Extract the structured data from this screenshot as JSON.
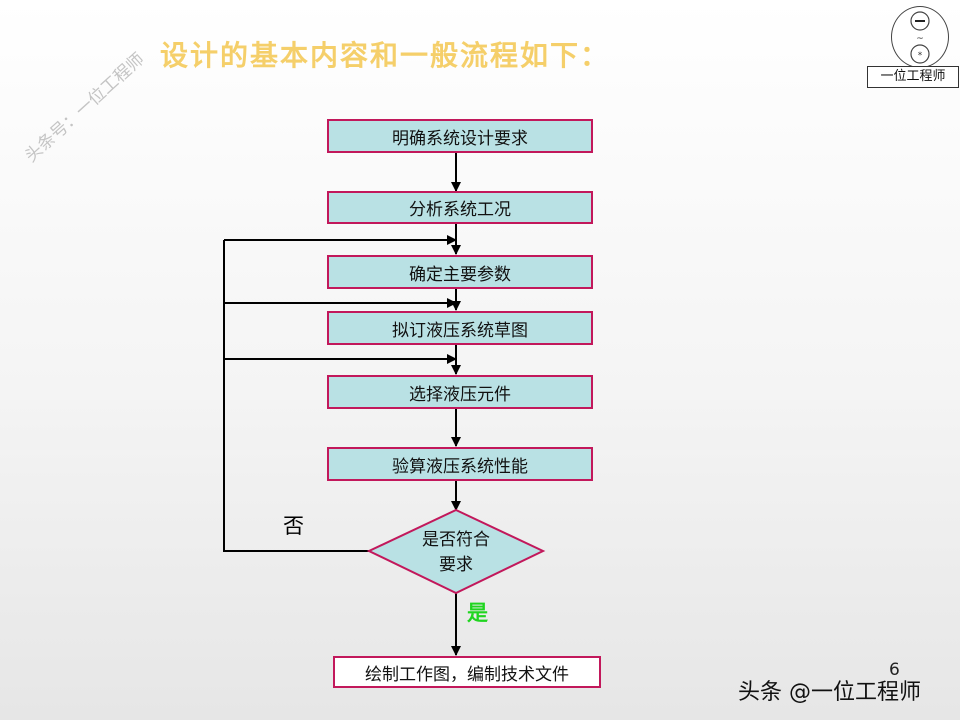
{
  "title": "设计的基本内容和一般流程如下：",
  "watermark": "头条号：一位工程师",
  "logo": {
    "label": "一位工程师"
  },
  "flow": {
    "steps": [
      "明确系统设计要求",
      "分析系统工况",
      "确定主要参数",
      "拟订液压系统草图",
      "选择液压元件",
      "验算液压系统性能"
    ],
    "decision": {
      "line1": "是否符合",
      "line2": "要求"
    },
    "no_label": "否",
    "yes_label": "是",
    "final": "绘制工作图，编制技术文件"
  },
  "page_number": "6",
  "footer": "头条 @一位工程师",
  "colors": {
    "node_fill": "#b9e1e4",
    "node_border": "#c2185b",
    "title": "#f5cf6a",
    "yes": "#1fd51f"
  }
}
